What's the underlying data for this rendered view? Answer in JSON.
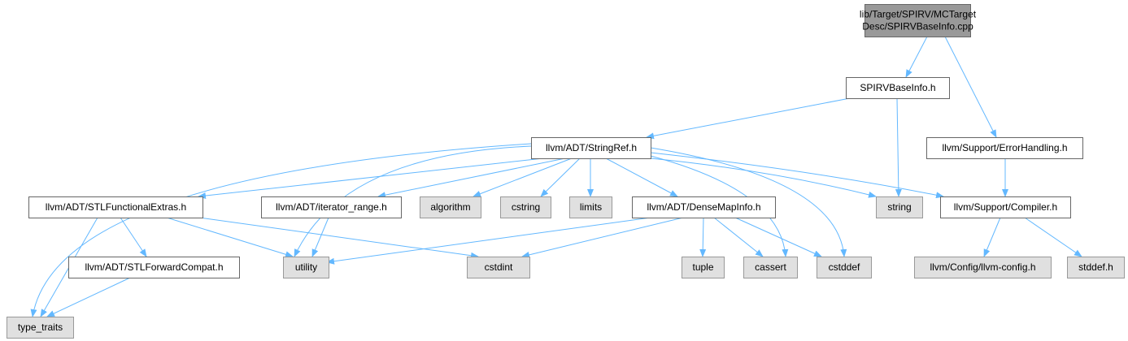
{
  "nodes": [
    {
      "id": "root",
      "lines": [
        "lib/Target/SPIRV/MCTarget",
        "Desc/SPIRVBaseInfo.cpp"
      ],
      "kind": "root"
    },
    {
      "id": "spirvbaseinfo",
      "lines": [
        "SPIRVBaseInfo.h"
      ],
      "kind": "file"
    },
    {
      "id": "errorhandling",
      "lines": [
        "llvm/Support/ErrorHandling.h"
      ],
      "kind": "file"
    },
    {
      "id": "stringref",
      "lines": [
        "llvm/ADT/StringRef.h"
      ],
      "kind": "file"
    },
    {
      "id": "stlfunctionalextras",
      "lines": [
        "llvm/ADT/STLFunctionalExtras.h"
      ],
      "kind": "file"
    },
    {
      "id": "iteratorrange",
      "lines": [
        "llvm/ADT/iterator_range.h"
      ],
      "kind": "file"
    },
    {
      "id": "algorithm",
      "lines": [
        "algorithm"
      ],
      "kind": "system"
    },
    {
      "id": "cstring",
      "lines": [
        "cstring"
      ],
      "kind": "system"
    },
    {
      "id": "limits",
      "lines": [
        "limits"
      ],
      "kind": "system"
    },
    {
      "id": "densemapinfo",
      "lines": [
        "llvm/ADT/DenseMapInfo.h"
      ],
      "kind": "file"
    },
    {
      "id": "string",
      "lines": [
        "string"
      ],
      "kind": "system"
    },
    {
      "id": "compiler",
      "lines": [
        "llvm/Support/Compiler.h"
      ],
      "kind": "file"
    },
    {
      "id": "stlforwardcompat",
      "lines": [
        "llvm/ADT/STLForwardCompat.h"
      ],
      "kind": "file"
    },
    {
      "id": "utility",
      "lines": [
        "utility"
      ],
      "kind": "system"
    },
    {
      "id": "cstdint",
      "lines": [
        "cstdint"
      ],
      "kind": "system"
    },
    {
      "id": "tuple",
      "lines": [
        "tuple"
      ],
      "kind": "system"
    },
    {
      "id": "cassert",
      "lines": [
        "cassert"
      ],
      "kind": "system"
    },
    {
      "id": "cstddef",
      "lines": [
        "cstddef"
      ],
      "kind": "system"
    },
    {
      "id": "llvmconfig",
      "lines": [
        "llvm/Config/llvm-config.h"
      ],
      "kind": "system"
    },
    {
      "id": "stddef",
      "lines": [
        "stddef.h"
      ],
      "kind": "system"
    },
    {
      "id": "typetraits",
      "lines": [
        "type_traits"
      ],
      "kind": "system"
    }
  ],
  "edges": [
    {
      "from": "root",
      "to": "spirvbaseinfo"
    },
    {
      "from": "root",
      "to": "errorhandling"
    },
    {
      "from": "spirvbaseinfo",
      "to": "stringref"
    },
    {
      "from": "spirvbaseinfo",
      "to": "string"
    },
    {
      "from": "errorhandling",
      "to": "compiler"
    },
    {
      "from": "stringref",
      "to": "stlfunctionalextras"
    },
    {
      "from": "stringref",
      "to": "iteratorrange"
    },
    {
      "from": "stringref",
      "to": "algorithm"
    },
    {
      "from": "stringref",
      "to": "cstring"
    },
    {
      "from": "stringref",
      "to": "limits"
    },
    {
      "from": "stringref",
      "to": "densemapinfo"
    },
    {
      "from": "stringref",
      "to": "string"
    },
    {
      "from": "stringref",
      "to": "compiler"
    },
    {
      "from": "stringref",
      "to": "utility"
    },
    {
      "from": "stringref",
      "to": "cassert"
    },
    {
      "from": "stringref",
      "to": "cstddef"
    },
    {
      "from": "stringref",
      "to": "typetraits"
    },
    {
      "from": "stlfunctionalextras",
      "to": "stlforwardcompat"
    },
    {
      "from": "stlfunctionalextras",
      "to": "utility"
    },
    {
      "from": "stlfunctionalextras",
      "to": "cstdint"
    },
    {
      "from": "stlfunctionalextras",
      "to": "typetraits"
    },
    {
      "from": "iteratorrange",
      "to": "utility"
    },
    {
      "from": "densemapinfo",
      "to": "utility"
    },
    {
      "from": "densemapinfo",
      "to": "cstdint"
    },
    {
      "from": "densemapinfo",
      "to": "tuple"
    },
    {
      "from": "densemapinfo",
      "to": "cassert"
    },
    {
      "from": "densemapinfo",
      "to": "cstddef"
    },
    {
      "from": "compiler",
      "to": "llvmconfig"
    },
    {
      "from": "compiler",
      "to": "stddef"
    },
    {
      "from": "stlforwardcompat",
      "to": "typetraits"
    }
  ],
  "colors": {
    "edge": "#63b8ff",
    "root_fill": "#999999",
    "root_border": "#666666",
    "file_fill": "#ffffff",
    "file_border": "#666666",
    "system_fill": "#e0e0e0",
    "system_border": "#999999",
    "text": "#000000"
  }
}
